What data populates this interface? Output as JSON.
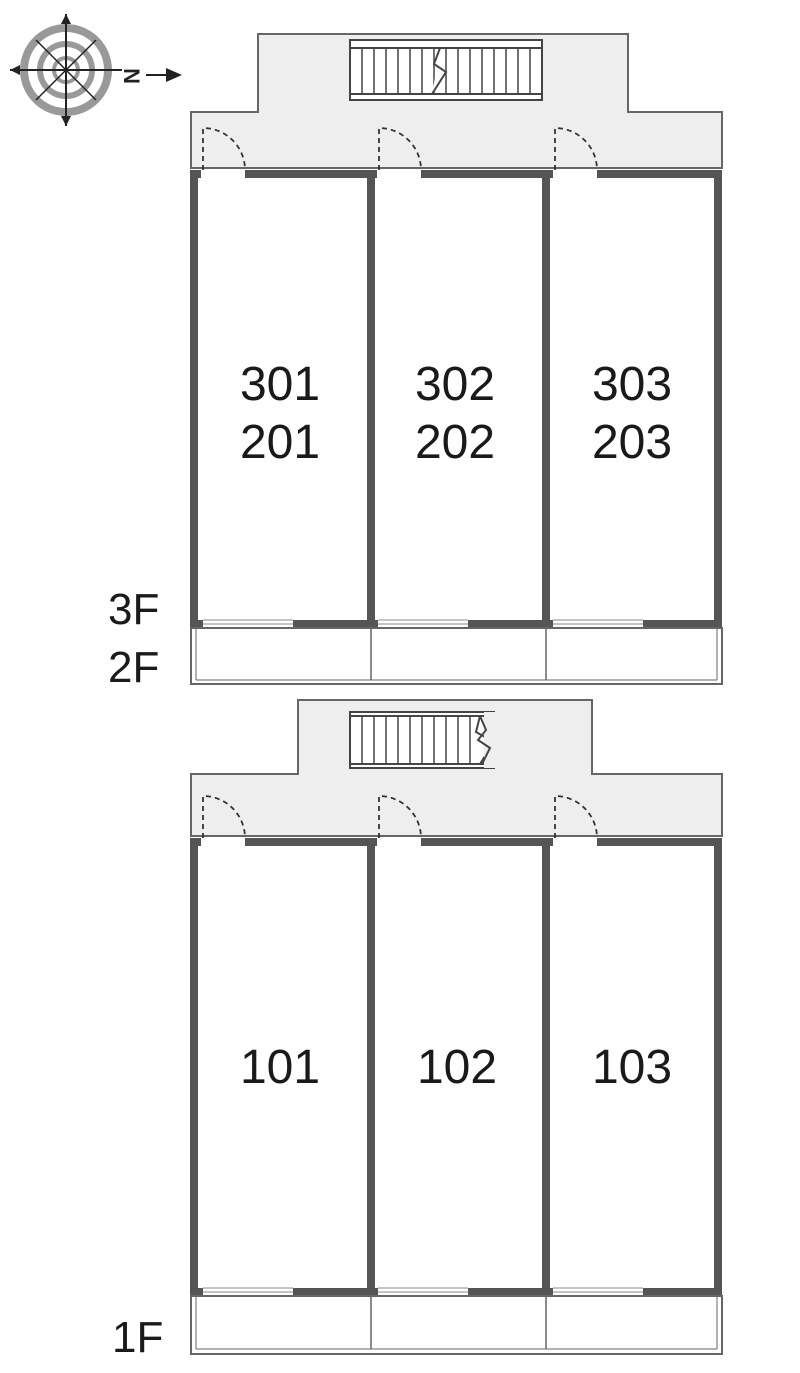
{
  "compass": {
    "north_label": "N"
  },
  "upper_block": {
    "units": [
      {
        "top": "301",
        "bottom": "201"
      },
      {
        "top": "302",
        "bottom": "202"
      },
      {
        "top": "303",
        "bottom": "203"
      }
    ],
    "floor_labels": [
      "3F",
      "2F"
    ]
  },
  "lower_block": {
    "units": [
      {
        "label": "101"
      },
      {
        "label": "102"
      },
      {
        "label": "103"
      }
    ],
    "floor_label": "1F"
  },
  "colors": {
    "wall": "#555555",
    "corridor": "#eeeeee",
    "outline": "#666666"
  }
}
